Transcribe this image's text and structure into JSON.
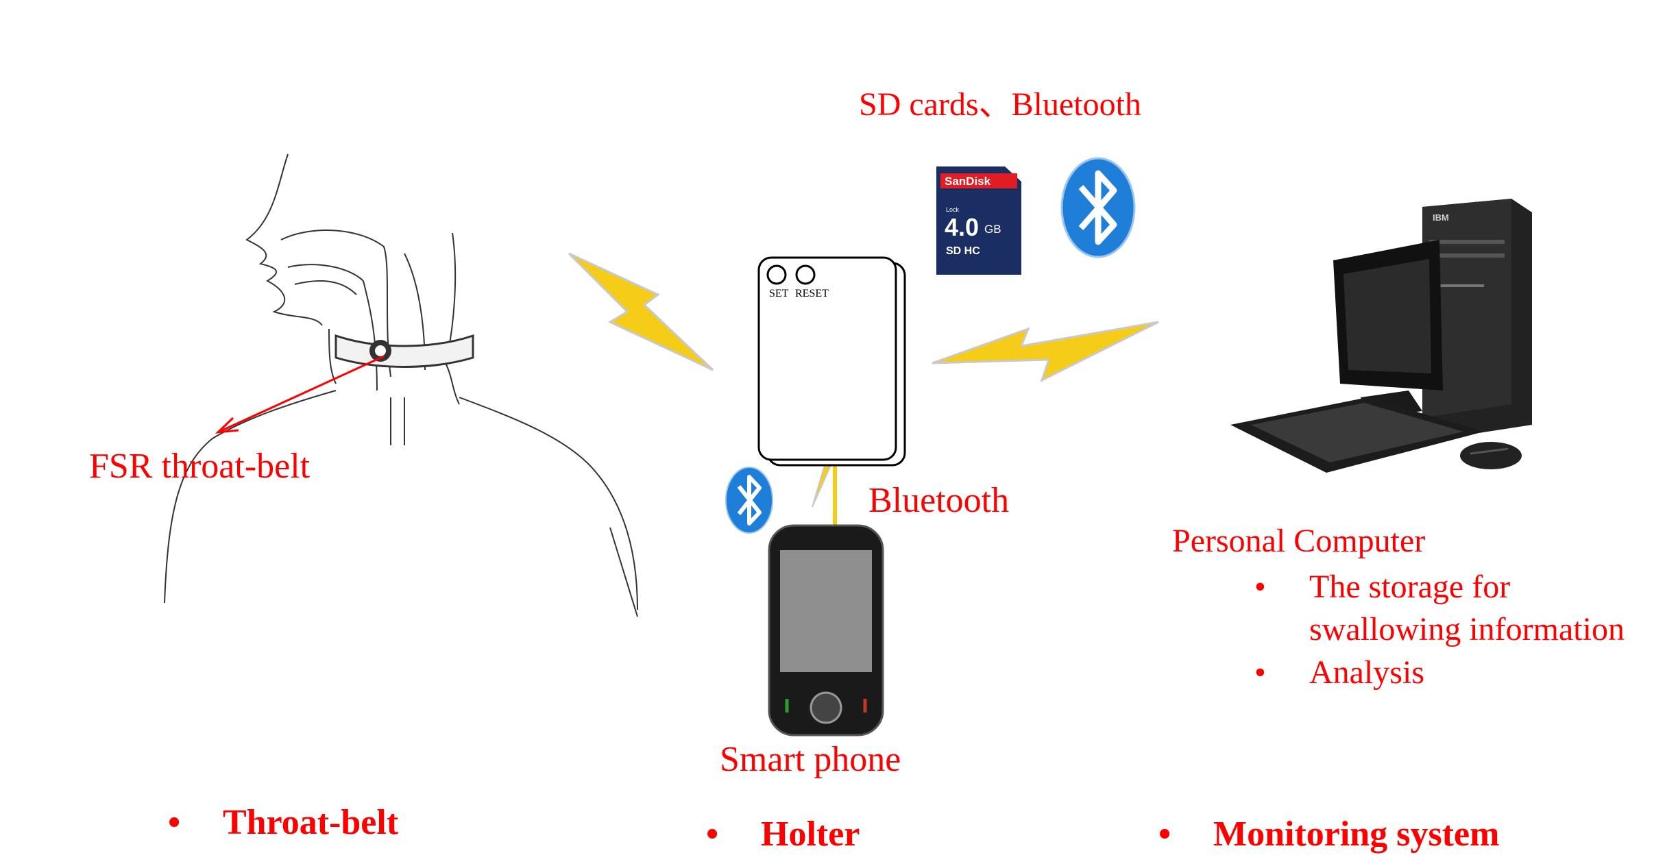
{
  "labels": {
    "storage_title": "SD cards、Bluetooth",
    "fsr_label": "FSR throat-belt",
    "bluetooth_label": "Bluetooth",
    "smartphone_label": "Smart phone",
    "pc_title": "Personal Computer",
    "pc_items": [
      {
        "bullet": "•",
        "text": "The storage for",
        "text2": "swallowing information"
      },
      {
        "bullet": "•",
        "text": "Analysis"
      }
    ]
  },
  "holter_device": {
    "set": "SET",
    "reset": "RESET"
  },
  "sd_card": {
    "brand": "SanDisk",
    "lock": "Lock",
    "capacity": "4.0",
    "unit": "GB",
    "type": "SD HC"
  },
  "computer": {
    "brand": "IBM"
  },
  "bottom_bullets": [
    {
      "bullet": "•",
      "text": "Throat-belt"
    },
    {
      "bullet": "•",
      "text": "Holter"
    },
    {
      "bullet": "•",
      "text": "Monitoring system"
    }
  ],
  "colors": {
    "accent": "#ff0000",
    "bolt": "#f5cc17",
    "bluetooth": "#1f7fd8"
  }
}
